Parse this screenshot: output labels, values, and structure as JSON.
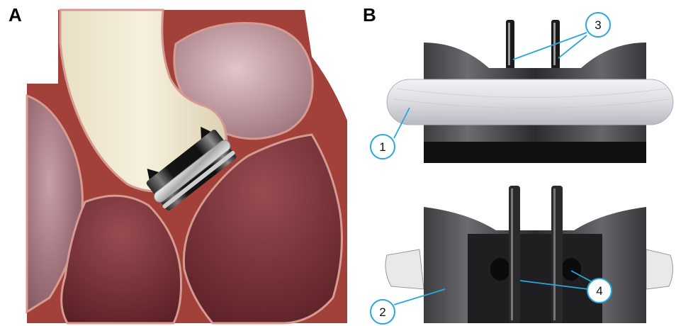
{
  "panels": {
    "a": {
      "letter": "A"
    },
    "b": {
      "letter": "B"
    }
  },
  "callouts": [
    {
      "id": "1",
      "label": "1"
    },
    {
      "id": "2",
      "label": "2"
    },
    {
      "id": "3",
      "label": "3"
    },
    {
      "id": "4",
      "label": "4"
    }
  ],
  "colors": {
    "myocardium": "#9e3b35",
    "myocardium_edge": "#c9827a",
    "aorta": "#efe6cf",
    "atrium": "#c8a3a9",
    "ventricle": "#7a3238",
    "device_metal": "#1a1a1a",
    "sewing_cuff": "#e6e6ea",
    "callout_line": "#29a7dd"
  }
}
